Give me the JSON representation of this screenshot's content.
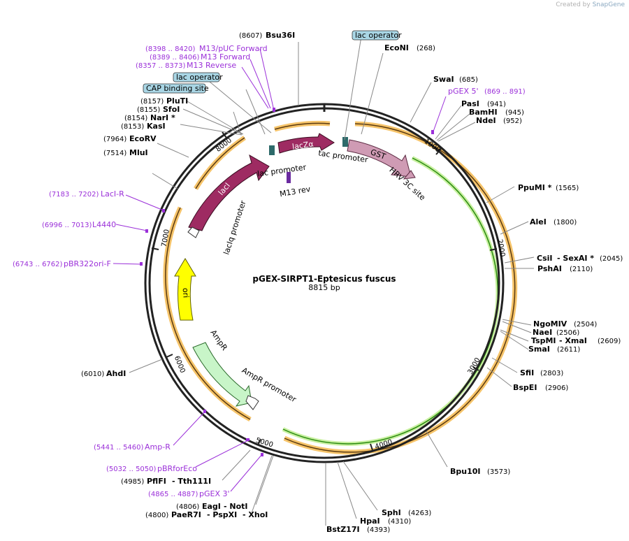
{
  "brand": {
    "created_by": "Created by",
    "app": "SnapGene"
  },
  "map": {
    "name": "pGEX-SIRPT1-Eptesicus fuscus",
    "length": "8815 bp",
    "ticks": [
      "1000",
      "2000",
      "3000",
      "4000",
      "5000",
      "6000",
      "7000",
      "8000"
    ]
  },
  "sites": [
    {
      "pos": "(268)",
      "name": "EcoNI"
    },
    {
      "pos": "(685)",
      "name": "SwaI"
    },
    {
      "pos": "(941)",
      "name": "PasI"
    },
    {
      "pos": "(945)",
      "name": "BamHI"
    },
    {
      "pos": "(952)",
      "name": "NdeI"
    },
    {
      "pos": "(1565)",
      "name": "PpuMI *"
    },
    {
      "pos": "(1800)",
      "name": "AleI"
    },
    {
      "pos": "(2045)",
      "name": "CsiI",
      "name2": "- SexAI *"
    },
    {
      "pos": "(2110)",
      "name": "PshAI"
    },
    {
      "pos": "(2504)",
      "name": "NgoMIV"
    },
    {
      "pos": "(2506)",
      "name": "NaeI"
    },
    {
      "pos": "(2609)",
      "name": "TspMI",
      "name2": "- XmaI"
    },
    {
      "pos": "(2611)",
      "name": "SmaI"
    },
    {
      "pos": "(2803)",
      "name": "SfiI"
    },
    {
      "pos": "(2906)",
      "name": "BspEI"
    },
    {
      "pos": "(3573)",
      "name": "Bpu10I"
    },
    {
      "pos": "(4263)",
      "name": "SphI"
    },
    {
      "pos": "(4310)",
      "name": "HpaI"
    },
    {
      "pos": "(4393)",
      "name": "BstZ17I"
    },
    {
      "pos": "(4806)",
      "name": "EagI",
      "name2": "- NotI"
    },
    {
      "pos": "(4800)",
      "name": "PaeR7I",
      "name2": "- PspXI",
      "name3": "- XhoI"
    },
    {
      "pos": "(4985)",
      "name": "PflFI",
      "name2": "- Tth111I"
    },
    {
      "pos": "(6010)",
      "name": "AhdI"
    },
    {
      "pos": "(7514)",
      "name": "MluI"
    },
    {
      "pos": "(7964)",
      "name": "EcoRV"
    },
    {
      "pos": "(8153)",
      "name": "KasI"
    },
    {
      "pos": "(8154)",
      "name": "NarI *"
    },
    {
      "pos": "(8155)",
      "name": "SfoI"
    },
    {
      "pos": "(8157)",
      "name": "PluTI"
    },
    {
      "pos": "(8607)",
      "name": "Bsu36I"
    }
  ],
  "primers": [
    {
      "range": "(8398 .. 8420)",
      "name": "M13/pUC Forward"
    },
    {
      "range": "(8389 .. 8406)",
      "name": "M13 Forward"
    },
    {
      "range": "(8357 .. 8373)",
      "name": "M13 Reverse"
    },
    {
      "range": "(869 .. 891)",
      "name": "pGEX 5'"
    },
    {
      "range": "(7183 .. 7202)",
      "name": "LacI-R"
    },
    {
      "range": "(6996 .. 7013)",
      "name": "L4440"
    },
    {
      "range": "(6743 .. 6762)",
      "name": "pBR322ori-F"
    },
    {
      "range": "(5441 .. 5460)",
      "name": "Amp-R"
    },
    {
      "range": "(5032 .. 5050)",
      "name": "pBRforEco"
    },
    {
      "range": "(4865 .. 4887)",
      "name": "pGEX 3'"
    }
  ],
  "boxed_features": {
    "lac_operator_top": "lac operator",
    "lac_operator_left": "lac operator",
    "cap_site": "CAP binding site"
  },
  "features": {
    "laci": "lacI",
    "lacz": "lacZα",
    "gst": "GST",
    "hrv": "HRV 3C site",
    "lac_promoter": "lac promoter",
    "tac_promoter": "tac promoter",
    "m13_rev": "M13 rev",
    "laciq_promoter": "lacIq promoter",
    "ori": "ori",
    "ampr": "AmpR",
    "ampr_promoter": "AmpR promoter"
  },
  "colors": {
    "backbone": "#222222",
    "orf": "#f0a030",
    "orf_green": "#2a8a10",
    "laci": "#9e2b62",
    "gst": "#cf9bb4",
    "ori": "#ffff00",
    "ampr": "#c8f5c8",
    "primer": "#9b30d9",
    "box": "#a9d6e5"
  }
}
